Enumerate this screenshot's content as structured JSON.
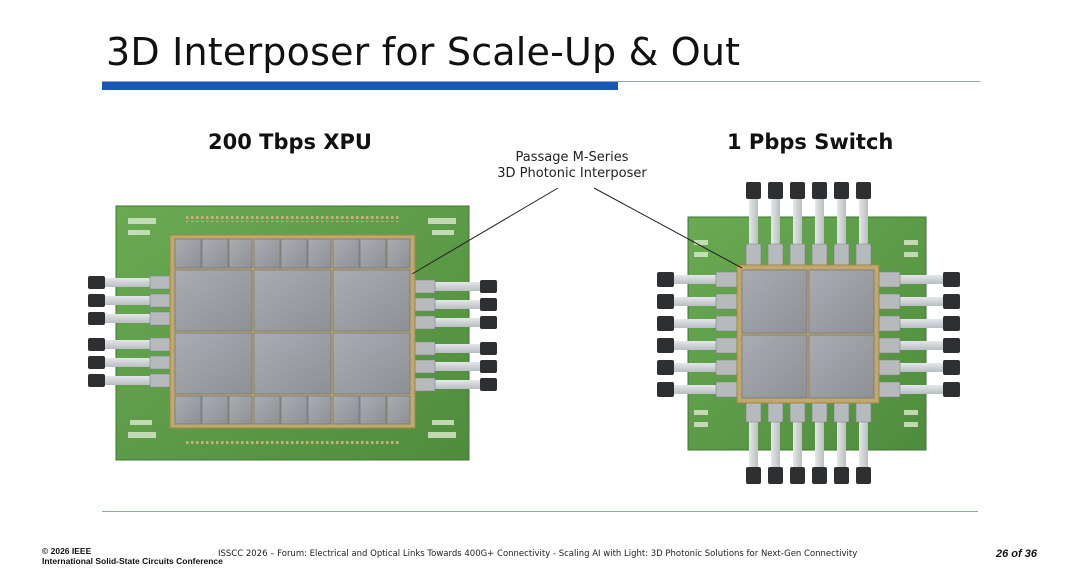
{
  "slide": {
    "title": "3D Interposer for Scale-Up & Out"
  },
  "left_panel": {
    "heading": "200 Tbps XPU"
  },
  "right_panel": {
    "heading": "1 Pbps Switch"
  },
  "callout": {
    "line1": "Passage M-Series",
    "line2": "3D Photonic Interposer"
  },
  "footer": {
    "copyright": "© 2026 IEEE",
    "conference": "International Solid-State Circuits Conference",
    "center_text": "ISSCC 2026 – Forum: Electrical and Optical Links Towards 400G+ Connectivity - Scaling AI with Light: 3D Photonic Solutions for Next-Gen Connectivity",
    "page": "26 of 36"
  },
  "colors": {
    "accent_blue": "#1859b7",
    "rule_light": "#8aa6c8",
    "pcb_green": "#5e9e48",
    "die_gray": "#9a9ea3",
    "connector": "#2e2f31"
  }
}
